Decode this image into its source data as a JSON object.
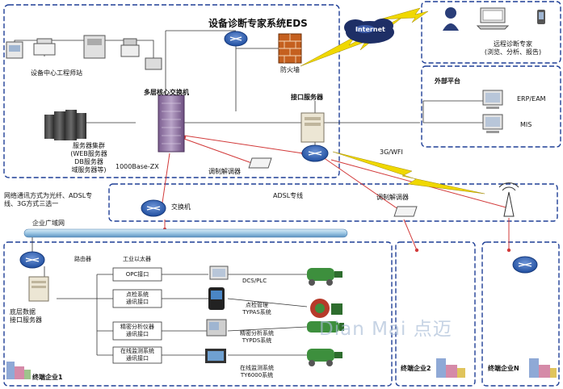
{
  "title": "设备诊断专家系统EDS",
  "internet": "Internet",
  "firewall": "防火墙",
  "engineer_station": "设备中心工程师站",
  "server_cluster": [
    "服务器集群",
    "(WEB服务器",
    "DB服务器",
    "域服务器等)"
  ],
  "core_switch": "多层核心交换机",
  "interface_server": "接口服务器",
  "link_1000base": "1000Base-ZX",
  "modem_1": "调制解调器",
  "modem_2": "调制解调器",
  "adsl": "ADSL专线",
  "wireless": "3G/WFI",
  "network_note": [
    "网络通讯方式为光纤、ADSL专",
    "线、3G方式三选一"
  ],
  "enterprise_lan": "企业广域网",
  "switch": "交换机",
  "remote_expert": [
    "远程诊断专家",
    "(浏览、分析、报告)"
  ],
  "external_platform": "外部平台",
  "erp": "ERP/EAM",
  "mis": "MIS",
  "router": "路由器",
  "industrial_pc": "工业以太器",
  "opc": "OPC接口",
  "bottom_server": [
    "底层数据",
    "接口服务器"
  ],
  "spot_check": [
    "点检系统",
    "通讯接口"
  ],
  "precision": [
    "精密分析仪器",
    "通讯接口"
  ],
  "online": [
    "在线监测系统",
    "通讯接口"
  ],
  "dcs": "DCS/PLC",
  "typas": [
    "点检管理",
    "TYPAS系统"
  ],
  "typds": [
    "精密分析系统",
    "TYPDS系统"
  ],
  "ty6000": [
    "在线监测系统",
    "TY6000系统"
  ],
  "terminal_1": "终端企业1",
  "terminal_2": "终端企业2",
  "terminal_n": "终端企业N",
  "watermark": "Dian Mai 点迈",
  "colors": {
    "dash_blue": "#1f3f96",
    "red_link": "#d23a3a",
    "bolt_yellow": "#f0d800",
    "device_blue": "#2e5fb4"
  }
}
